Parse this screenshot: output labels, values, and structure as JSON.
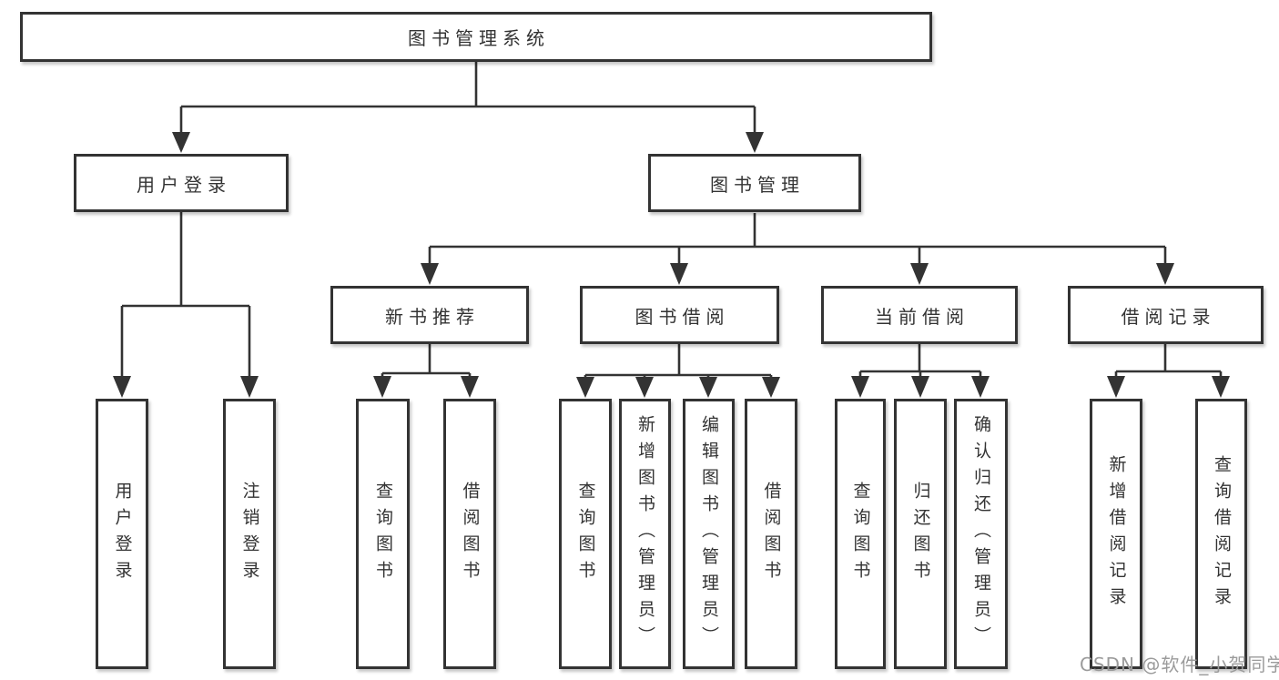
{
  "diagram_title": "图书管理系统",
  "watermark": "CSDN @软件_小贺同学",
  "colors": {
    "line": "#333333",
    "box_border": "#333333",
    "box_background": "#ffffff",
    "text": "#333333",
    "watermark": "#9b9b9b"
  },
  "tree": {
    "root": {
      "label": "图书管理系统",
      "children": [
        {
          "label": "用户登录",
          "children": [
            {
              "label": "用户登录"
            },
            {
              "label": "注销登录"
            }
          ]
        },
        {
          "label": "图书管理",
          "children": [
            {
              "label": "新书推荐",
              "children": [
                {
                  "label": "查询图书"
                },
                {
                  "label": "借阅图书"
                }
              ]
            },
            {
              "label": "图书借阅",
              "children": [
                {
                  "label": "查询图书"
                },
                {
                  "label": "新增图书（管理员）"
                },
                {
                  "label": "编辑图书（管理员）"
                },
                {
                  "label": "借阅图书"
                }
              ]
            },
            {
              "label": "当前借阅",
              "children": [
                {
                  "label": "查询图书"
                },
                {
                  "label": "归还图书"
                },
                {
                  "label": "确认归还（管理员）"
                }
              ]
            },
            {
              "label": "借阅记录",
              "children": [
                {
                  "label": "新增借阅记录"
                },
                {
                  "label": "查询借阅记录"
                }
              ]
            }
          ]
        }
      ]
    }
  }
}
